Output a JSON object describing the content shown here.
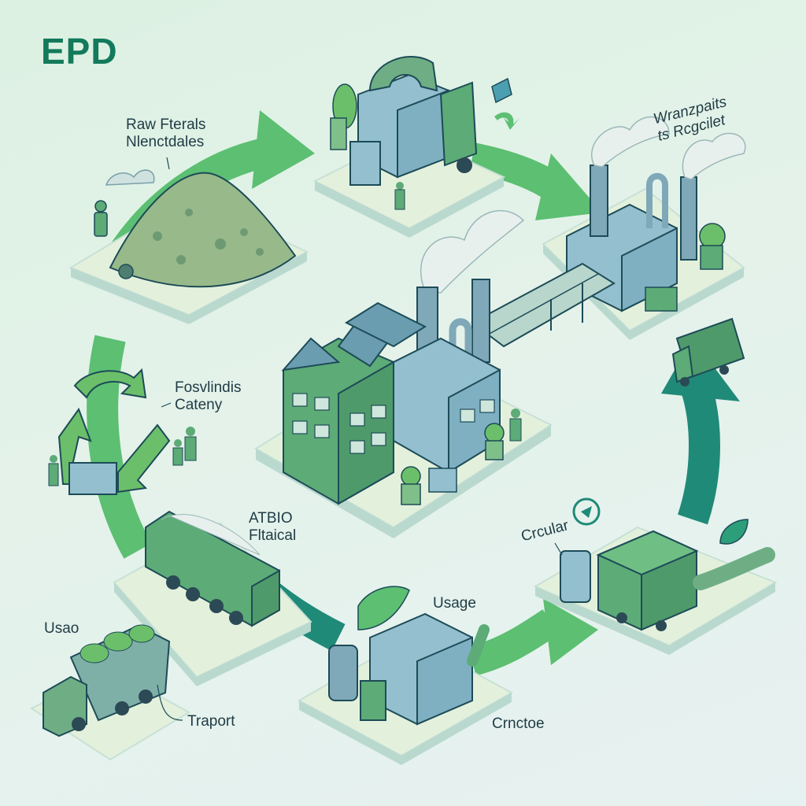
{
  "title": "EPD",
  "colors": {
    "title": "#137a5c",
    "arrow_light": "#5cbf72",
    "arrow_dark": "#1f8a78",
    "platform_top": "#e3f1dc",
    "platform_side": "#b9d9cf",
    "building_blue": "#93bfcf",
    "building_green": "#5dab77",
    "outline": "#1d4b57",
    "smoke": "#e8f0ee",
    "label_text": "#1f3b44"
  },
  "labels": {
    "raw_materials": [
      "Raw Fterals",
      "Nlenctdales"
    ],
    "top_right": [
      "Wranzpaits",
      "ts Rcgcilet"
    ],
    "recycling": [
      "Fosvlindis",
      "Cateny"
    ],
    "middle_left": [
      "ATBIO",
      "Fltaical"
    ],
    "usage_center": "Usage",
    "circular": "Crcular",
    "usage_left": "Usao",
    "transport": "Traport",
    "crection": "Crnctoe"
  },
  "stages": [
    {
      "id": "raw-materials",
      "name": "Raw materials pile"
    },
    {
      "id": "processing",
      "name": "Processing unit with truck"
    },
    {
      "id": "refinery",
      "name": "Refinery with chimneys"
    },
    {
      "id": "central-factory",
      "name": "Central factory"
    },
    {
      "id": "distribution",
      "name": "Container truck"
    },
    {
      "id": "production",
      "name": "Production machine"
    },
    {
      "id": "bulk-transport",
      "name": "Bulk transport truck"
    },
    {
      "id": "transport",
      "name": "Loaded transport truck"
    },
    {
      "id": "recycling",
      "name": "Recycling symbol with people"
    }
  ]
}
